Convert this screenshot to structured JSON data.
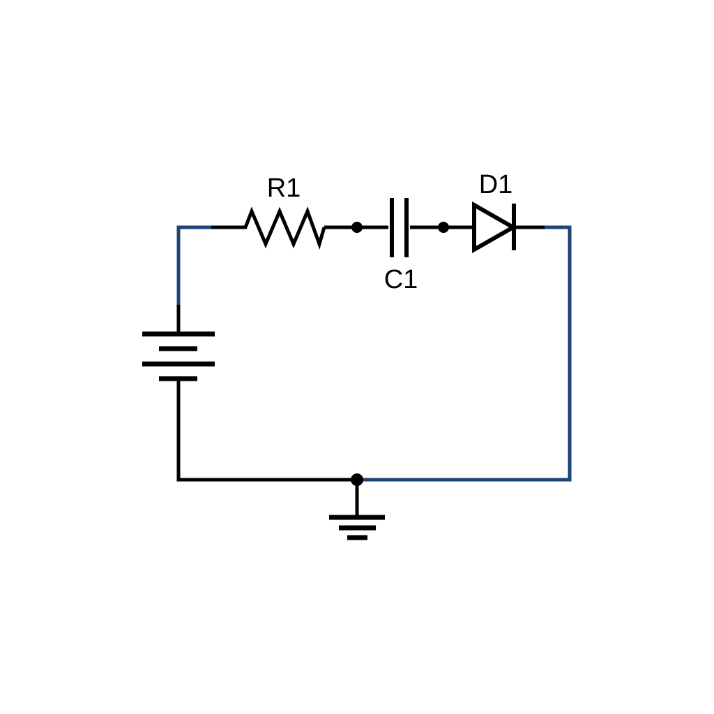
{
  "diagram": {
    "kind": "circuit-schematic",
    "background_color": "#ffffff",
    "colors": {
      "wire": "#000000",
      "wire_highlight_blue": "#1c4475",
      "label_text": "#000000"
    },
    "components": [
      {
        "id": "R1",
        "kind": "resistor",
        "label": "R1"
      },
      {
        "id": "C1",
        "kind": "capacitor",
        "label": "C1"
      },
      {
        "id": "D1",
        "kind": "diode",
        "label": "D1"
      },
      {
        "id": "BAT1",
        "kind": "battery",
        "label": ""
      },
      {
        "id": "GND1",
        "kind": "ground",
        "label": ""
      }
    ],
    "junction_count": 3
  }
}
